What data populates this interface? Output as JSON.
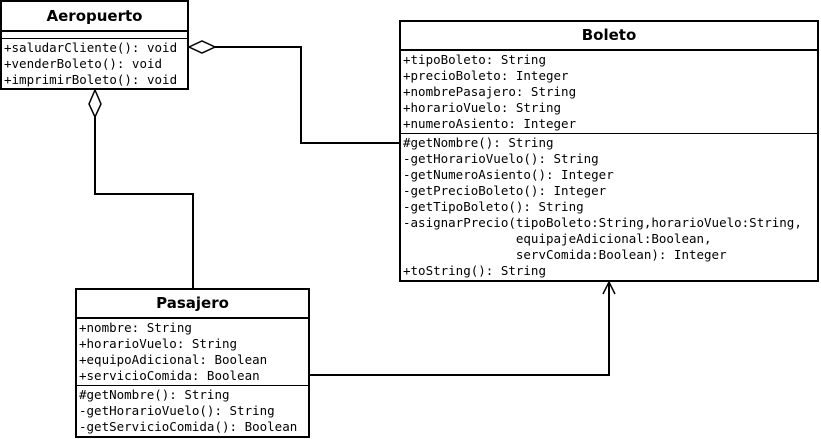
{
  "aeropuerto": {
    "name": "Aeropuerto",
    "attributes": [],
    "methods": [
      "+saludarCliente(): void",
      "+venderBoleto(): void",
      "+imprimirBoleto(): void"
    ]
  },
  "boleto": {
    "name": "Boleto",
    "attributes": [
      "+tipoBoleto: String",
      "+precioBoleto: Integer",
      "+nombrePasajero: String",
      "+horarioVuelo: String",
      "+numeroAsiento: Integer"
    ],
    "methods": [
      "#getNombre(): String",
      "-getHorarioVuelo(): String",
      "-getNumeroAsiento(): Integer",
      "-getPrecioBoleto(): Integer",
      "-getTipoBoleto(): String",
      "-asignarPrecio(tipoBoleto:String,horarioVuelo:String,",
      "               equipajeAdicional:Boolean,",
      "               servComida:Boolean): Integer",
      "+toString(): String"
    ]
  },
  "pasajero": {
    "name": "Pasajero",
    "attributes": [
      "+nombre: String",
      "+horarioVuelo: String",
      "+equipoAdicional: Boolean",
      "+servicioComida: Boolean"
    ],
    "methods": [
      "#getNombre(): String",
      "-getHorarioVuelo(): String",
      "-getServicioComida(): Boolean"
    ]
  }
}
